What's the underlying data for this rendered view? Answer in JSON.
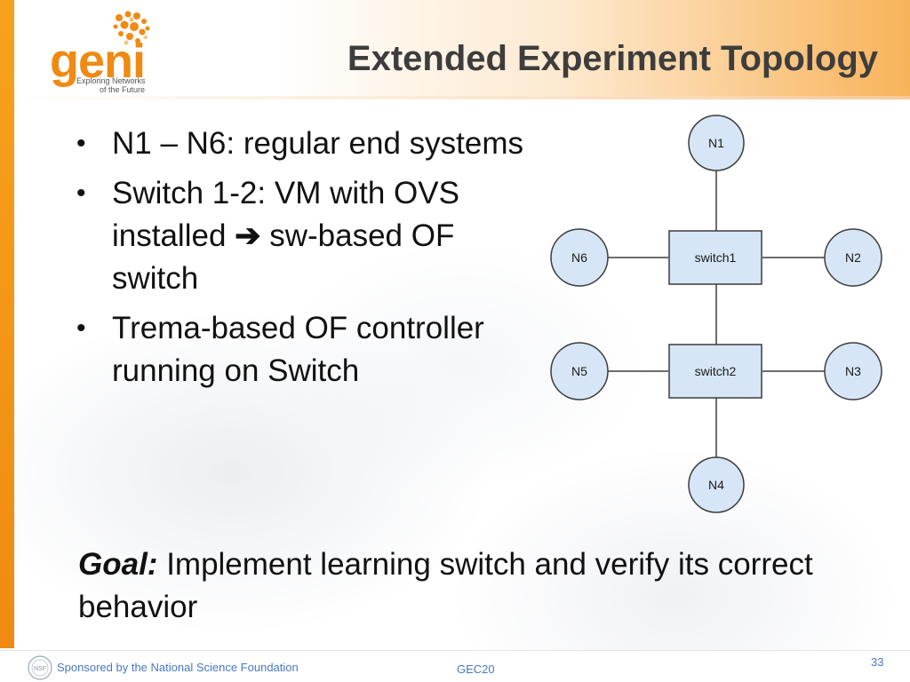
{
  "logo": {
    "word": "geni",
    "tagline_1": "Exploring Networks",
    "tagline_2": "of the Future"
  },
  "title": "Extended Experiment Topology",
  "bullets": [
    {
      "text": "N1 – N6: regular end systems"
    },
    {
      "text_before": "Switch 1-2: VM with OVS installed",
      "arrow_icon": "right-arrow-icon",
      "text_after": "sw-based OF switch"
    },
    {
      "text": "Trema-based OF controller running on Switch"
    }
  ],
  "goal": {
    "label": "Goal:",
    "text": "Implement learning switch and verify its correct behavior"
  },
  "diagram": {
    "nodes": [
      "N1",
      "N2",
      "N3",
      "N4",
      "N5",
      "N6"
    ],
    "switches": [
      "switch1",
      "switch2"
    ],
    "colors": {
      "fill": "#d6e6f6",
      "stroke": "#3c3c3c",
      "line": "#3c3c3c"
    }
  },
  "footer": {
    "sponsor": "Sponsored by the National Science Foundation",
    "event": "GEC20",
    "page": "33"
  },
  "colors": {
    "accent": "#f08a12",
    "footer_text": "#4a78c2",
    "title": "#3d3d3d"
  }
}
